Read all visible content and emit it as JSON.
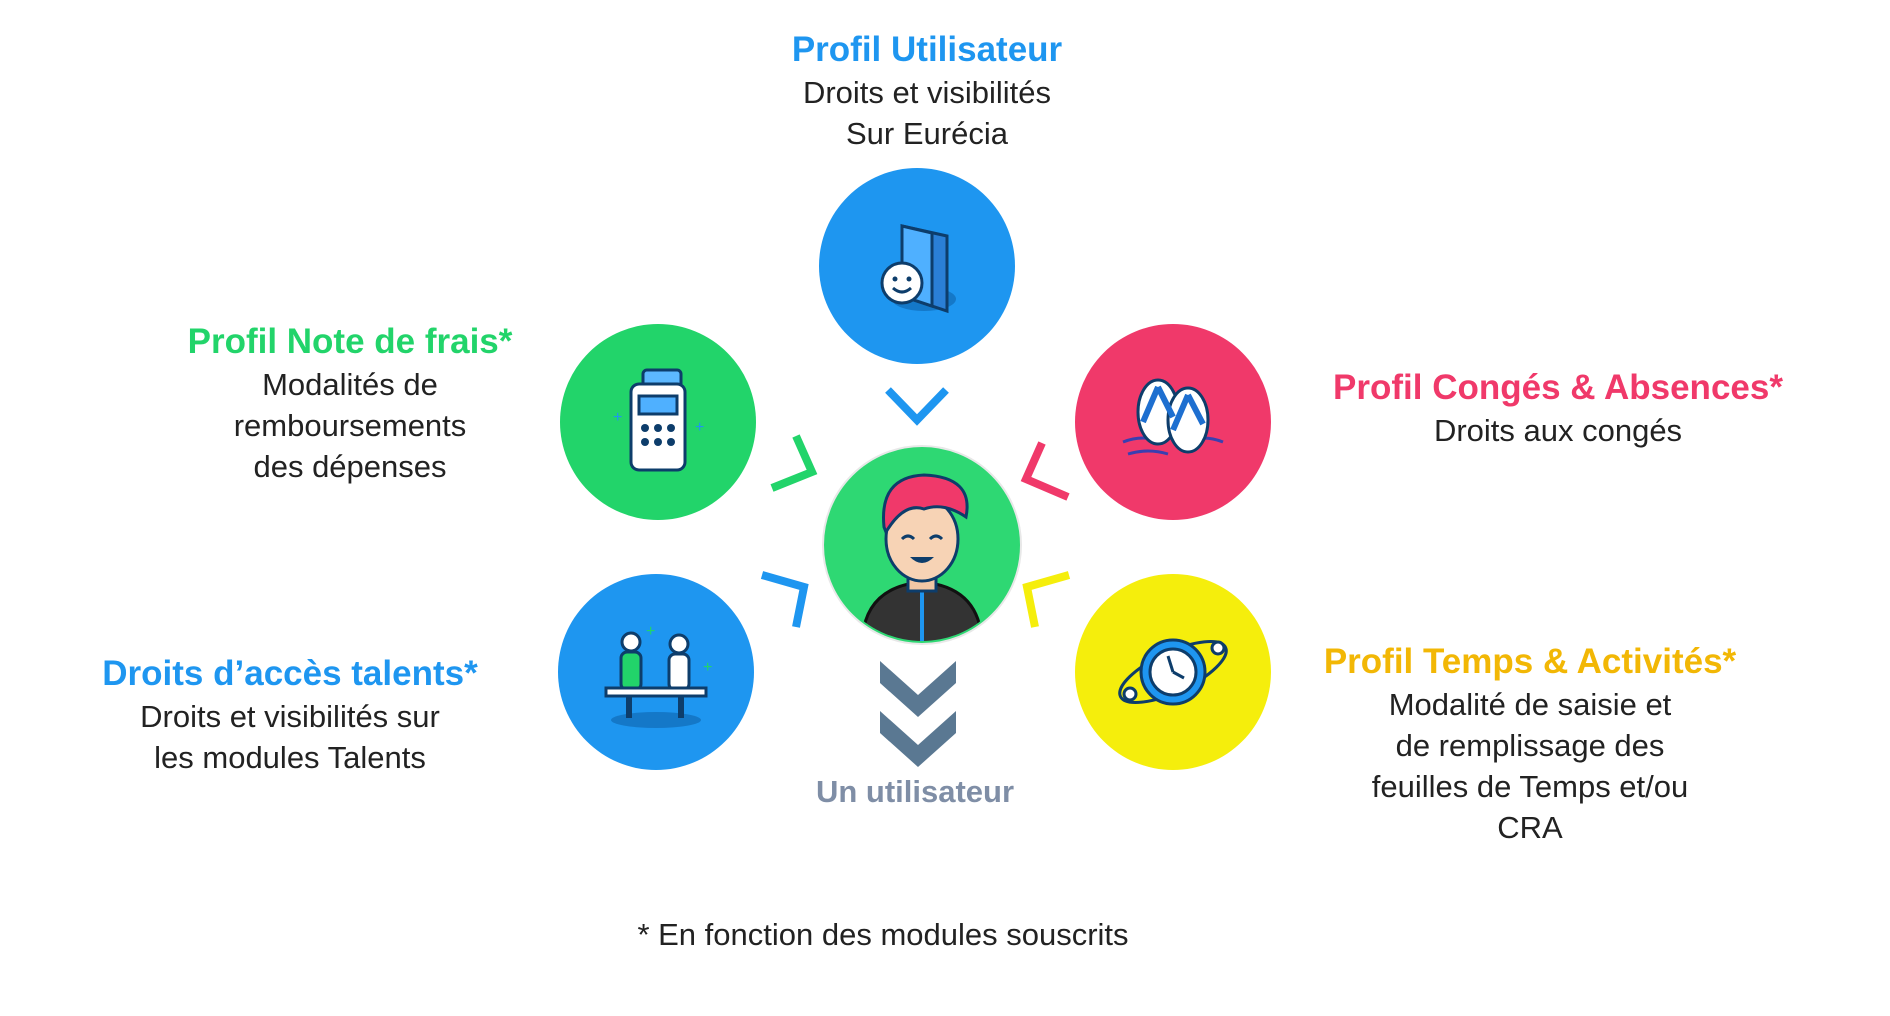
{
  "colors": {
    "blue": "#1e96f0",
    "green": "#22d46a",
    "pink": "#f0396a",
    "yellow": "#f5ee0c",
    "yellow_text": "#f2b705",
    "slate": "#5a7892",
    "grey_text": "#7f8ea6"
  },
  "profil_utilisateur": {
    "title": "Profil Utilisateur",
    "lines": [
      "Droits et visibilités",
      "Sur Eurécia"
    ]
  },
  "note_de_frais": {
    "title": "Profil Note de frais*",
    "lines": [
      "Modalités de",
      "remboursements",
      "des dépenses"
    ]
  },
  "conges": {
    "title": "Profil Congés & Absences*",
    "lines": [
      "Droits aux congés"
    ]
  },
  "talents": {
    "title": "Droits d’accès talents*",
    "lines": [
      "Droits et visibilités sur",
      "les modules Talents"
    ]
  },
  "temps": {
    "title": "Profil Temps & Activités*",
    "lines": [
      "Modalité de saisie et",
      "de remplissage des",
      "feuilles de Temps et/ou",
      "CRA"
    ]
  },
  "center": {
    "label": "Un utilisateur"
  },
  "footnote": "* En fonction des modules souscrits"
}
